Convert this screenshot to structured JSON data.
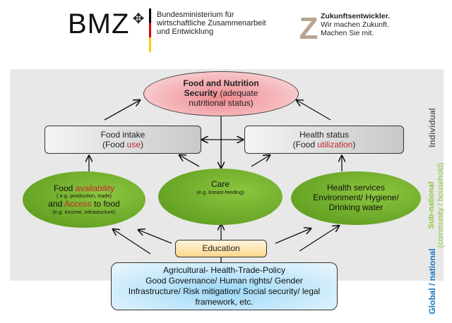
{
  "header": {
    "bmz_logo": "BMZ",
    "ministry_lines": [
      "Bundesministerium für",
      "wirtschaftliche Zusammenarbeit",
      "und Entwicklung"
    ],
    "slogan_lines": [
      "Zukunftsentwickler.",
      "Wir machen Zukunft.",
      "Machen Sie mit."
    ]
  },
  "diagram": {
    "fns": {
      "bold": "Food and Nutrition Security",
      "rest": " (adequate nutritional status)"
    },
    "food_intake": {
      "line1": "Food intake",
      "pre": "(Food ",
      "hl": "use",
      "post": ")"
    },
    "health_status": {
      "line1": "Health status",
      "pre": "(Food ",
      "hl": "utilization",
      "post": ")"
    },
    "availability": {
      "pre1": "Food ",
      "hl1": "availability",
      "sub1": "( e.g. production, trade)",
      "pre2": "and  ",
      "hl2": "Access",
      "post2": " to food",
      "sub2": "(e.g. income, infrastucture)"
    },
    "care": {
      "title": "Care",
      "sub": "(e.g. breast-feeding)"
    },
    "health_services": {
      "lines": [
        "Health services",
        "Environment/ Hygiene/",
        "Drinking water"
      ]
    },
    "education": "Education",
    "policy": {
      "lines": [
        "Agricultural- Health-Trade-Policy",
        "Good Governance/ Human rights/ Gender",
        "Infrastructure/ Risk mitigation/ Social security/ legal",
        "framework, etc."
      ]
    },
    "levels": {
      "individual": "Individual",
      "subnational": "Sub-national",
      "subnational_sub": "(community / household)",
      "global": "Global / national"
    }
  },
  "colors": {
    "highlight": "#c0262c",
    "individual": "#666666",
    "subnational": "#8cc63f",
    "global": "#1b75bb"
  }
}
